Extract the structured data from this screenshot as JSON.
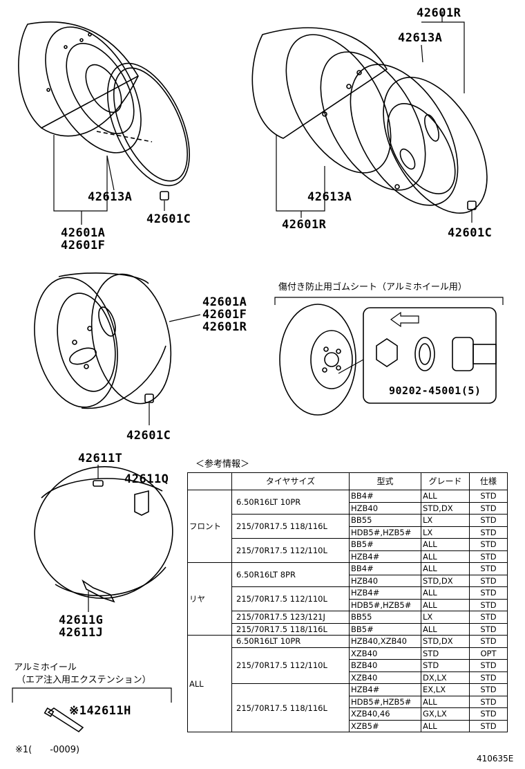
{
  "labels": {
    "tl_rim_ring": "42613A",
    "tl_nut": "42601C",
    "tl_wheel_a": "42601A",
    "tl_wheel_f": "42601F",
    "tr_top_r": "42601R",
    "tr_top_a": "42613A",
    "tr_mid_a": "42613A",
    "tr_wheel_r": "42601R",
    "tr_nut": "42601C",
    "ml_a": "42601A",
    "ml_f": "42601F",
    "ml_r": "42601R",
    "ml_nut": "42601C",
    "inset_title": "傷付き防止用ゴムシート（アルミホイール用）",
    "inset_part": "90202-45001(5)",
    "bl_t": "42611T",
    "bl_q": "42611Q",
    "bl_g": "42611G",
    "bl_j": "42611J",
    "ext_title1": "アルミホイール",
    "ext_title2": "（エア注入用エクステンション）",
    "ext_part": "※142611H",
    "footnote": "※1(　　-0009)",
    "diagram_id": "410635E",
    "ref_title": "＜参考情報＞"
  },
  "table": {
    "headers": [
      "タイヤサイズ",
      "型式",
      "グレード",
      "仕様"
    ],
    "groups": [
      {
        "name": "フロント",
        "sizes": [
          {
            "size": "6.50R16LT 10PR",
            "rows": [
              [
                "BB4#",
                "ALL",
                "STD"
              ],
              [
                "HZB40",
                "STD,DX",
                "STD"
              ]
            ]
          },
          {
            "size": "215/70R17.5 118/116L",
            "rows": [
              [
                "BB55",
                "LX",
                "STD"
              ],
              [
                "HDB5#,HZB5#",
                "LX",
                "STD"
              ]
            ]
          },
          {
            "size": "215/70R17.5 112/110L",
            "rows": [
              [
                "BB5#",
                "ALL",
                "STD"
              ],
              [
                "HZB4#",
                "ALL",
                "STD"
              ]
            ]
          }
        ]
      },
      {
        "name": "リヤ",
        "sizes": [
          {
            "size": "6.50R16LT 8PR",
            "rows": [
              [
                "BB4#",
                "ALL",
                "STD"
              ],
              [
                "HZB40",
                "STD,DX",
                "STD"
              ]
            ]
          },
          {
            "size": "215/70R17.5 112/110L",
            "rows": [
              [
                "HZB4#",
                "ALL",
                "STD"
              ],
              [
                "HDB5#,HZB5#",
                "ALL",
                "STD"
              ]
            ]
          },
          {
            "size": "215/70R17.5 123/121J",
            "rows": [
              [
                "BB55",
                "LX",
                "STD"
              ]
            ]
          },
          {
            "size": "215/70R17.5 118/116L",
            "rows": [
              [
                "BB5#",
                "ALL",
                "STD"
              ]
            ]
          }
        ]
      },
      {
        "name": "ALL",
        "sizes": [
          {
            "size": "6.50R16LT 10PR",
            "rows": [
              [
                "HZB40,XZB40",
                "STD,DX",
                "STD"
              ]
            ]
          },
          {
            "size": "215/70R17.5 112/110L",
            "rows": [
              [
                "XZB40",
                "STD",
                "OPT"
              ],
              [
                "BZB40",
                "STD",
                "STD"
              ],
              [
                "XZB40",
                "DX,LX",
                "STD"
              ]
            ]
          },
          {
            "size": "215/70R17.5 118/116L",
            "rows": [
              [
                "HZB4#",
                "EX,LX",
                "STD"
              ],
              [
                "HDB5#,HZB5#",
                "ALL",
                "STD"
              ],
              [
                "XZB40,46",
                "GX,LX",
                "STD"
              ],
              [
                "XZB5#",
                "ALL",
                "STD"
              ]
            ]
          }
        ]
      }
    ]
  }
}
